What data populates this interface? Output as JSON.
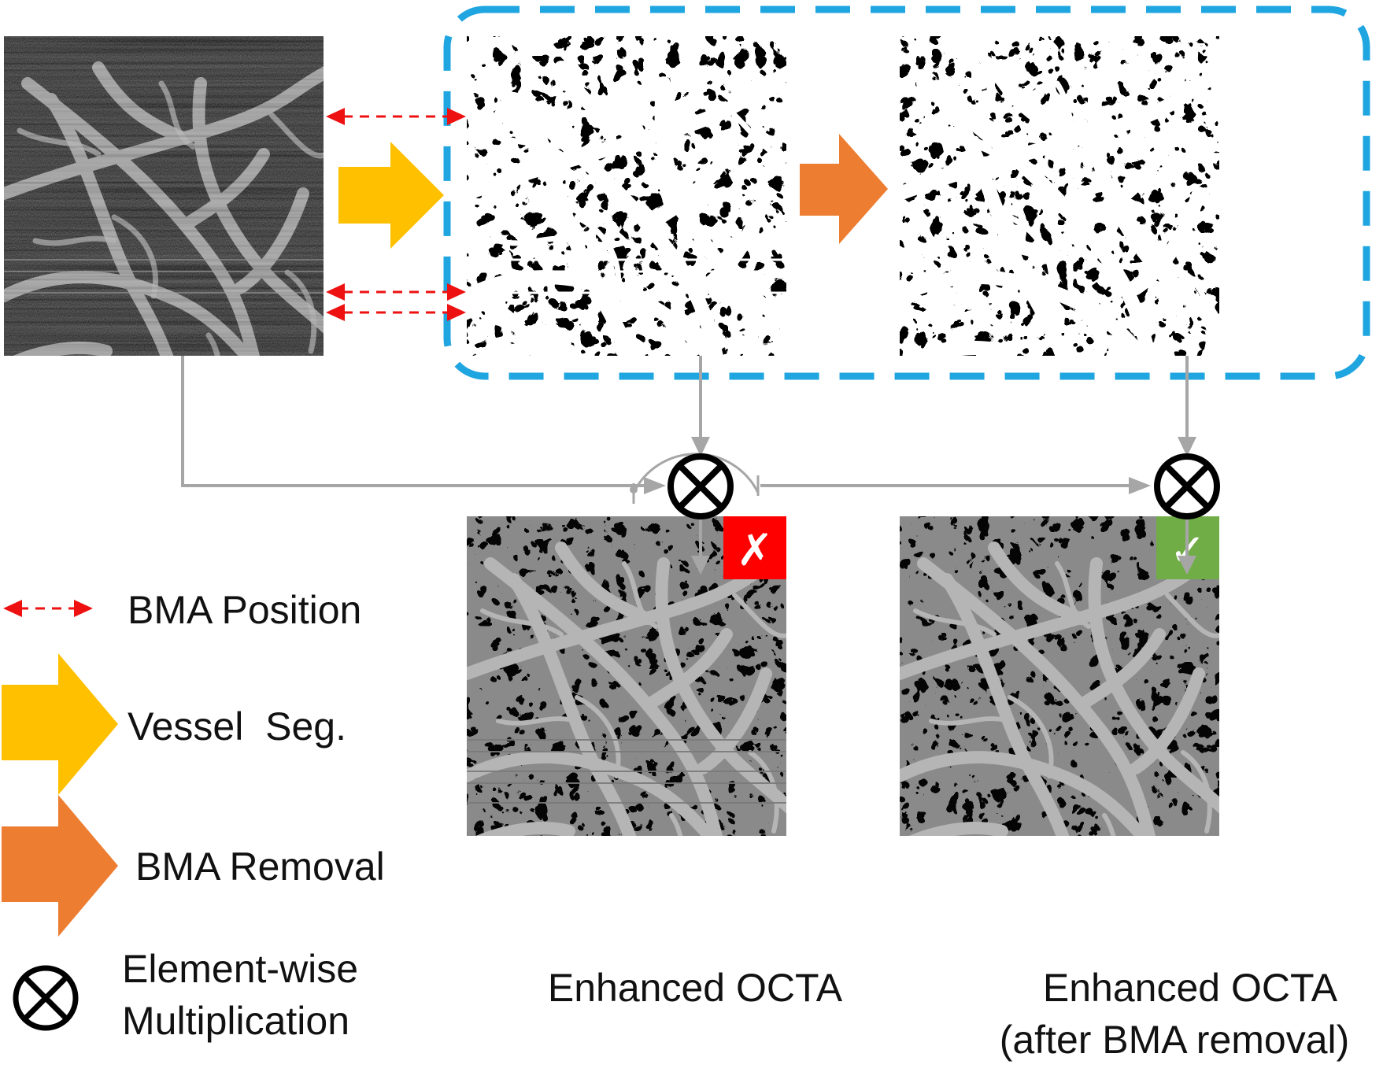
{
  "legend": {
    "bma_position": "BMA Position",
    "vessel_seg": "Vessel  Seg.",
    "bma_removal": "BMA Removal",
    "multiplication_line1": "Element-wise",
    "multiplication_line2": "Multiplication"
  },
  "outputs": {
    "enhanced_octa": "Enhanced OCTA",
    "enhanced_octa_clean_line1": "Enhanced OCTA",
    "enhanced_octa_clean_line2": "(after BMA removal)"
  },
  "badges": {
    "fail_mark": "✗",
    "pass_mark": "✓"
  },
  "colors": {
    "vessel_seg_arrow": "#FFC000",
    "bma_removal_arrow": "#ED7D31",
    "bma_position_arrow": "#EE1111",
    "dashed_box": "#1FA5E0",
    "connector": "#A6A6A6",
    "fail_badge": "#FF0000",
    "pass_badge": "#70AD47"
  },
  "icons": {
    "multiply": "circled-times-icon"
  }
}
